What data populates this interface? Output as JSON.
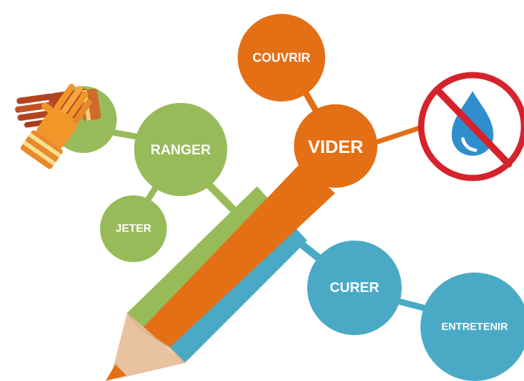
{
  "diagram": {
    "colors": {
      "green": "#98bb5a",
      "orange": "#e46f15",
      "blue": "#4aaac6",
      "pencil_wood": "#e9c2a0",
      "pencil_tip": "#e46f15",
      "no_sign_red": "#d5232c",
      "water_drop": "#2f8fce"
    },
    "nodes": {
      "ranger": {
        "label": "RANGER",
        "color": "green"
      },
      "jeter": {
        "label": "JETER",
        "color": "green"
      },
      "couvrir": {
        "label": "COUVRIR",
        "color": "orange"
      },
      "vider": {
        "label": "VIDER",
        "color": "orange"
      },
      "curer": {
        "label": "CURER",
        "color": "blue"
      },
      "entretenir": {
        "label": "ENTRETENIR",
        "color": "blue"
      }
    },
    "icons": {
      "gloves": "work-gloves-icon",
      "no_water": "no-water-icon"
    }
  }
}
